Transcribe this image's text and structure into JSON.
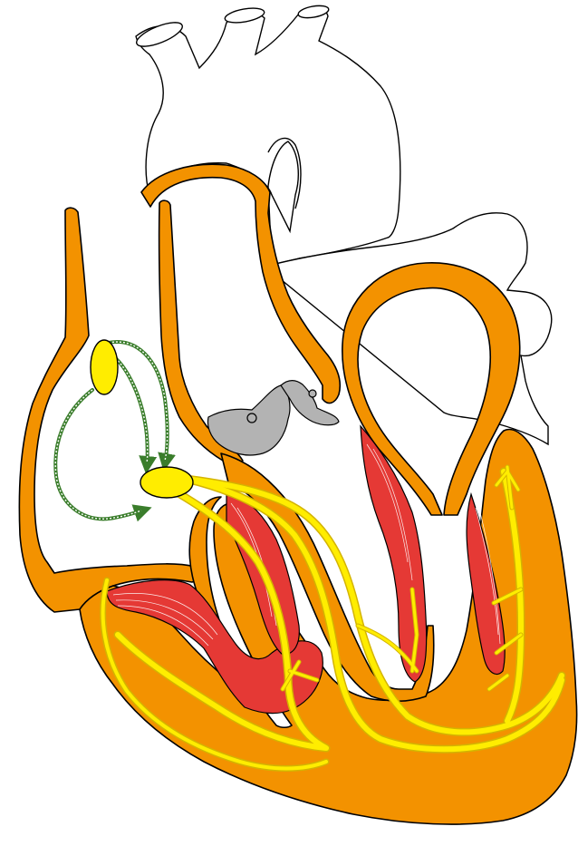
{
  "diagram": {
    "subject": "heart-conduction-system",
    "colors": {
      "background": "#ffffff",
      "outline": "#000000",
      "myocardium": "#f39200",
      "conduction": "#ffed00",
      "conduction_edge": "#d4b400",
      "papillary": "#e53935",
      "papillary_fibers": "#ffffff",
      "valve": "#b3b3b3",
      "internodal": "#3a7d2b",
      "internodal_fill": "#ffffff"
    },
    "icons": {
      "sa_node": "yellow-ellipse",
      "av_node": "yellow-ellipse",
      "internodal_arrows": "green-arrow"
    }
  }
}
